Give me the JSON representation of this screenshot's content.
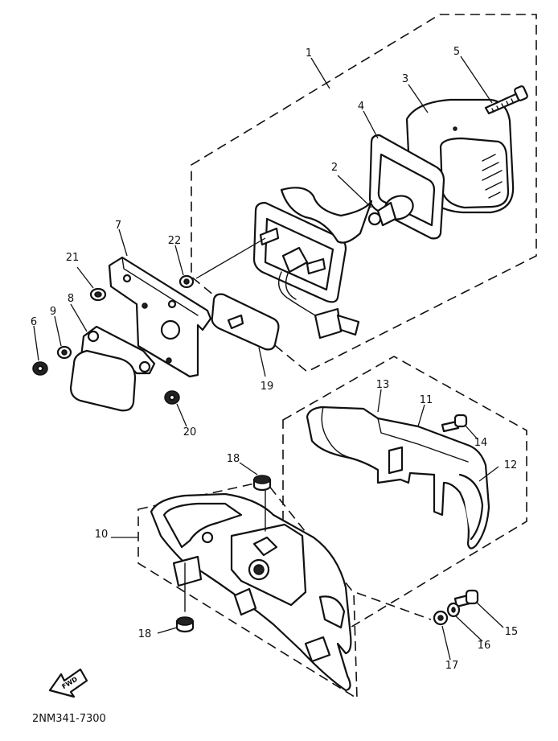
{
  "diagram": {
    "drawing_code": "2NM341-7300",
    "fwd_label": "FWD",
    "callouts": [
      "1",
      "2",
      "3",
      "4",
      "5",
      "6",
      "7",
      "8",
      "9",
      "10",
      "11",
      "12",
      "13",
      "14",
      "15",
      "16",
      "17",
      "18",
      "18",
      "19",
      "20",
      "21",
      "22"
    ]
  }
}
